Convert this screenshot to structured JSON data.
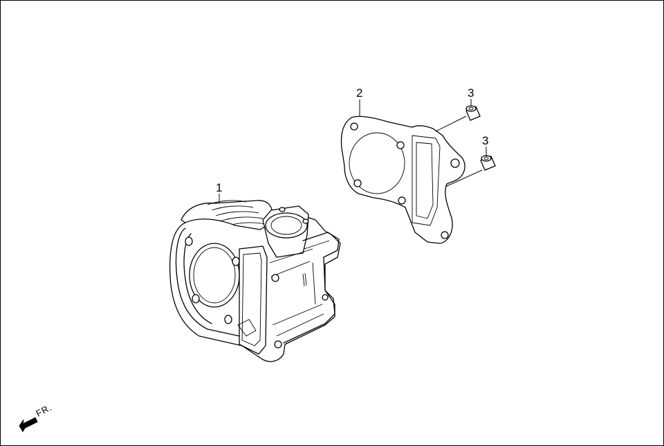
{
  "diagram": {
    "callouts": [
      {
        "id": "part-1",
        "label": "1"
      },
      {
        "id": "part-2",
        "label": "2"
      },
      {
        "id": "part-3a",
        "label": "3"
      },
      {
        "id": "part-3b",
        "label": "3"
      }
    ],
    "direction_label": "FR.",
    "line_color": "#000000",
    "background": "#ffffff"
  }
}
